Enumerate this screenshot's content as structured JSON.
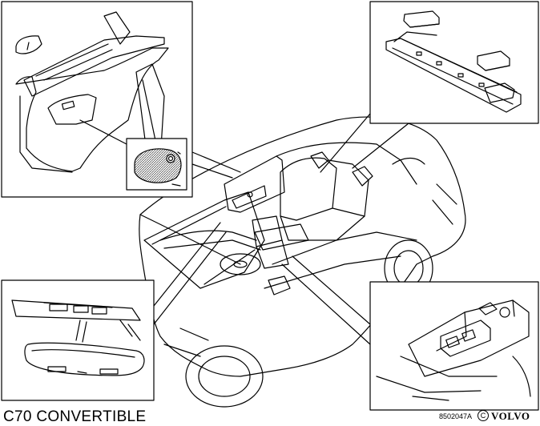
{
  "caption": "C70  CONVERTIBLE",
  "figure_code": "8502047A",
  "copyright_symbol": "C",
  "brand": "VOLVO",
  "line_color": "#000000",
  "hatch_color": "#555555"
}
